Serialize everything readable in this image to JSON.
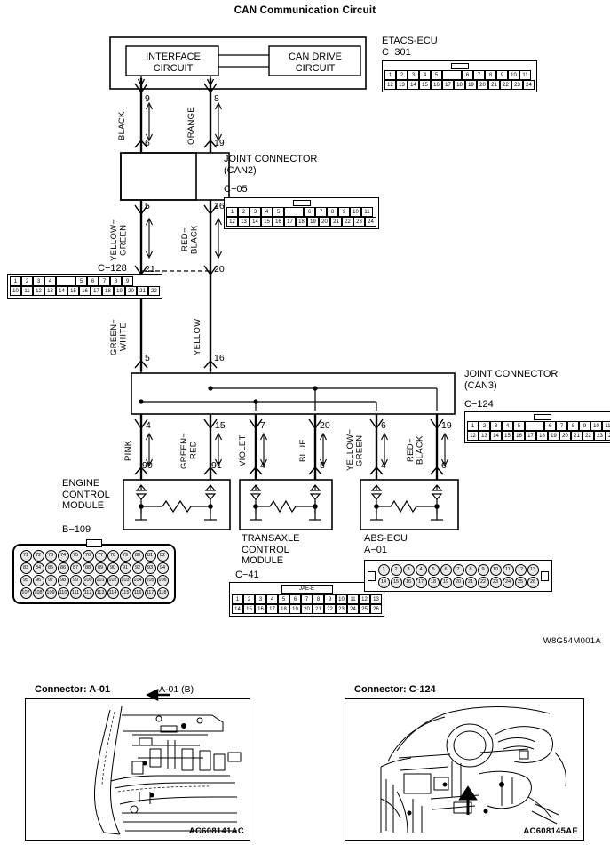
{
  "title": "CAN Communication Circuit",
  "reference_code": "W8G54M001A",
  "blocks": {
    "interface_circuit": "INTERFACE\nCIRCUIT",
    "can_drive_circuit": "CAN DRIVE\nCIRCUIT",
    "etacs_ecu": "ETACS-ECU",
    "etacs_ecu_code": "C−301",
    "joint_connector_can2": "JOINT CONNECTOR\n(CAN2)",
    "joint_connector_can2_code": "C−05",
    "joint_connector_can3": "JOINT CONNECTOR\n(CAN3)",
    "joint_connector_can3_code": "C−124",
    "c128_code": "C−128",
    "engine_control_module": "ENGINE\nCONTROL\nMODULE",
    "engine_control_module_code": "B−109",
    "transaxle_control_module": "TRANSAXLE\nCONTROL\nMODULE",
    "transaxle_control_module_code": "C−41",
    "abs_ecu": "ABS-ECU",
    "abs_ecu_code": "A−01",
    "c41_marking": "JAE-E"
  },
  "wires": [
    {
      "color": "BLACK",
      "top_pin": "9",
      "bottom_pin": "6"
    },
    {
      "color": "ORANGE",
      "top_pin": "8",
      "bottom_pin": "19"
    },
    {
      "color": "YELLOW−\nGREEN",
      "top_pin": "5",
      "bottom_pin": "21"
    },
    {
      "color": "RED−\nBLACK",
      "top_pin": "16",
      "bottom_pin": "20"
    },
    {
      "color": "GREEN−\nWHITE",
      "top_pin": "21",
      "bottom_pin": "5"
    },
    {
      "color": "YELLOW",
      "top_pin": "20",
      "bottom_pin": "16"
    },
    {
      "color": "PINK",
      "top_pin": "4",
      "bottom_pin": "90"
    },
    {
      "color": "GREEN−\nRED",
      "top_pin": "15",
      "bottom_pin": "91"
    },
    {
      "color": "VIOLET",
      "top_pin": "7",
      "bottom_pin": "4"
    },
    {
      "color": "BLUE",
      "top_pin": "20",
      "bottom_pin": "5"
    },
    {
      "color": "YELLOW−\nGREEN",
      "top_pin": "6",
      "bottom_pin": "4"
    },
    {
      "color": "RED−\nBLACK",
      "top_pin": "19",
      "bottom_pin": "6"
    }
  ],
  "bus_pins": {
    "can2_out_left": "5",
    "can2_out_right": "16",
    "can3_in_left": "5",
    "can3_in_right": "16"
  },
  "connectors": {
    "c301": {
      "top": [
        "1",
        "2",
        "3",
        "4",
        "5",
        "",
        "6",
        "7",
        "8",
        "9",
        "10",
        "11"
      ],
      "bottom": [
        "12",
        "13",
        "14",
        "15",
        "16",
        "17",
        "18",
        "19",
        "20",
        "21",
        "22",
        "23",
        "24"
      ]
    },
    "c05": {
      "top": [
        "1",
        "2",
        "3",
        "4",
        "5",
        "",
        "6",
        "7",
        "8",
        "9",
        "10",
        "11"
      ],
      "bottom": [
        "12",
        "13",
        "14",
        "15",
        "16",
        "17",
        "18",
        "19",
        "20",
        "21",
        "22",
        "23",
        "24"
      ]
    },
    "c124": {
      "top": [
        "1",
        "2",
        "3",
        "4",
        "5",
        "",
        "6",
        "7",
        "8",
        "9",
        "10",
        "11"
      ],
      "bottom": [
        "12",
        "13",
        "14",
        "15",
        "16",
        "17",
        "18",
        "19",
        "20",
        "21",
        "22",
        "23",
        "24"
      ]
    },
    "c128": {
      "top": [
        "1",
        "2",
        "3",
        "4",
        "",
        "5",
        "6",
        "7",
        "8",
        "9"
      ],
      "bottom": [
        "10",
        "11",
        "12",
        "13",
        "14",
        "15",
        "16",
        "17",
        "18",
        "19",
        "20",
        "21",
        "22"
      ]
    },
    "c41": {
      "top": [
        "1",
        "2",
        "3",
        "4",
        "5",
        "6",
        "7",
        "8",
        "9",
        "10",
        "11",
        "12",
        "13"
      ],
      "bottom": [
        "14",
        "15",
        "16",
        "17",
        "18",
        "19",
        "20",
        "21",
        "22",
        "23",
        "24",
        "25",
        "26"
      ]
    },
    "a01": {
      "top": [
        "1",
        "2",
        "3",
        "4",
        "5",
        "6",
        "7",
        "8",
        "9",
        "10",
        "11",
        "12",
        "13"
      ],
      "bottom": [
        "14",
        "15",
        "16",
        "17",
        "18",
        "19",
        "20",
        "21",
        "22",
        "23",
        "24",
        "25",
        "26"
      ]
    },
    "b109": {
      "rows": [
        [
          "71",
          "72",
          "73",
          "74",
          "75",
          "76",
          "77",
          "78",
          "79",
          "80",
          "81",
          "82"
        ],
        [
          "83",
          "84",
          "85",
          "86",
          "87",
          "88",
          "89",
          "90",
          "91",
          "92",
          "93",
          "94"
        ],
        [
          "95",
          "96",
          "97",
          "98",
          "99",
          "100",
          "101",
          "102",
          "103",
          "104",
          "105",
          "106"
        ],
        [
          "107",
          "108",
          "109",
          "110",
          "111",
          "112",
          "113",
          "114",
          "115",
          "116",
          "117",
          "118"
        ]
      ]
    }
  },
  "panels": [
    {
      "caption": "Connector: A-01",
      "callout": "A-01 (B)",
      "code": "AC608141AC"
    },
    {
      "caption": "Connector: C-124",
      "callout": "",
      "code": "AC608145AE"
    }
  ]
}
